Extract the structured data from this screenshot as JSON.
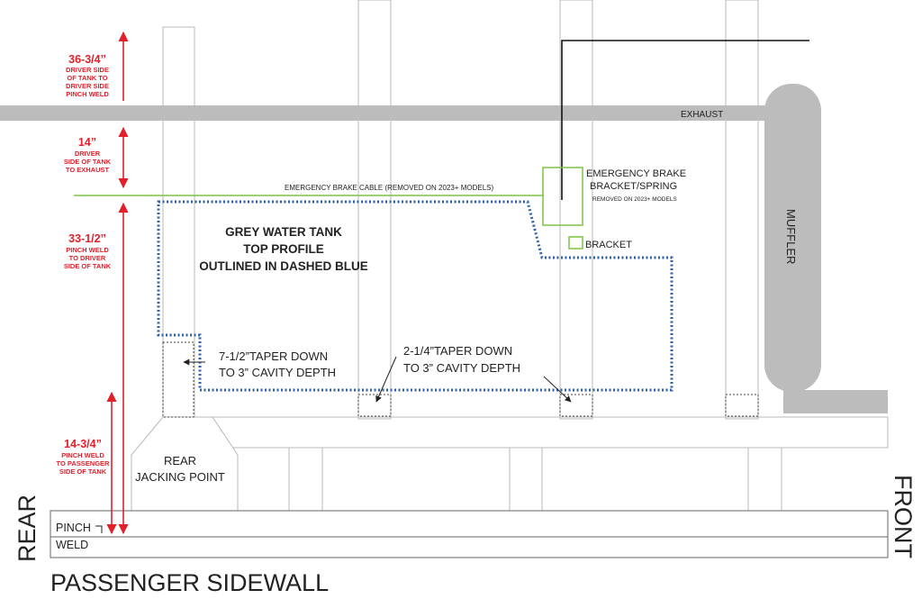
{
  "colors": {
    "measurement": "#e2202a",
    "brake_cable": "#7dc242",
    "tank_outline": "#2f5faa",
    "exhaust": "#bcbcbc",
    "structure": "#b5b5b5"
  },
  "labels": {
    "exhaust": "EXHAUST",
    "muffler": "MUFFLER",
    "brake_cable": "EMERGENCY BRAKE CABLE (REMOVED ON 2023+ MODELS)",
    "brake_bracket": [
      "EMERGENCY BRAKE",
      "BRACKET/SPRING"
    ],
    "brake_bracket_note": "REMOVED ON 2023+ MODELS",
    "bracket": "BRACKET",
    "tank": [
      "GREY WATER TANK",
      "TOP PROFILE",
      "OUTLINED IN DASHED BLUE"
    ],
    "taper1": [
      "7-1/2”TAPER DOWN",
      "TO 3”  CAVITY DEPTH"
    ],
    "taper2": [
      "2-1/4”TAPER DOWN",
      "TO 3”  CAVITY DEPTH"
    ],
    "jacking": [
      "REAR",
      "JACKING POINT"
    ],
    "pinch": "PINCH",
    "weld": "WELD",
    "rear": "REAR",
    "front": "FRONT",
    "sidewall": "PASSENGER SIDEWALL"
  },
  "measurements": [
    {
      "value": "36-3/4”",
      "lines": [
        "DRIVER SIDE",
        "OF TANK TO",
        "DRIVER SIDE",
        "PINCH WELD"
      ]
    },
    {
      "value": "14”",
      "lines": [
        "DRIVER",
        "SIDE OF TANK",
        "TO EXHAUST"
      ]
    },
    {
      "value": "33-1/2”",
      "lines": [
        "PINCH WELD",
        "TO DRIVER",
        "SIDE OF TANK"
      ]
    },
    {
      "value": "14-3/4”",
      "lines": [
        "PINCH WELD",
        "TO PASSENGER",
        "SIDE OF TANK"
      ]
    }
  ]
}
